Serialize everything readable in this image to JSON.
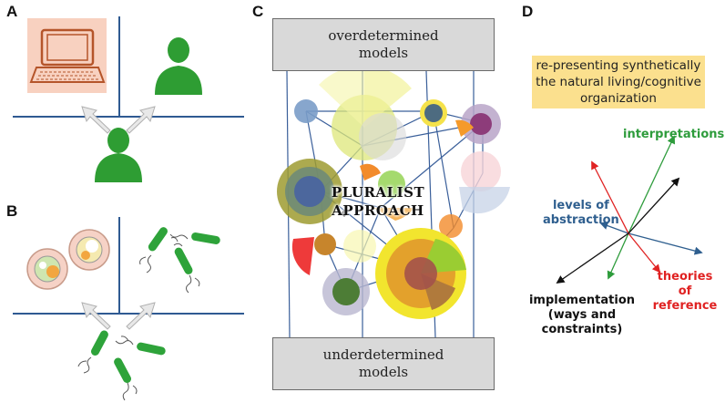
{
  "panels": {
    "a": {
      "letter": "A"
    },
    "b": {
      "letter": "B"
    },
    "c": {
      "letter": "C",
      "top_box": {
        "line1": "overdetermined",
        "line2": "models"
      },
      "bottom_box": {
        "line1": "underdetermined",
        "line2": "models"
      },
      "center": {
        "line1": "PLURALIST",
        "line2": "APPROACH"
      }
    },
    "d": {
      "letter": "D",
      "box": {
        "line1": "re-presenting synthetically",
        "line2": "the natural living/cognitive",
        "line3": "organization"
      },
      "axes": {
        "interpretations": {
          "label": "interpretations",
          "color": "#2e9c3c"
        },
        "abstraction": {
          "line1": "levels of",
          "line2": "abstraction",
          "color": "#2f5f8f"
        },
        "theories": {
          "line1": "theories",
          "line2": "of",
          "line3": "reference",
          "color": "#e02222"
        },
        "implementation": {
          "line1": "implementation",
          "line2": "(ways and constraints)",
          "color": "#111111"
        }
      }
    }
  },
  "colors": {
    "blue_line": "#2f5a92",
    "green_figure": "#2e9d33",
    "computer_bg": "#f8d1c0",
    "computer_stroke": "#b5552a",
    "arrow_fill": "#e8e8e8",
    "arrow_stroke": "#b0b0b0"
  }
}
